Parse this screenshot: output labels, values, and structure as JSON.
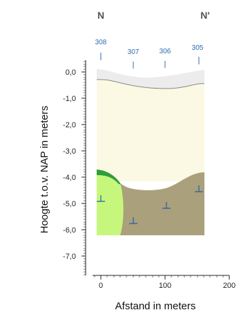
{
  "corner_labels": {
    "left": "N",
    "right": "N'"
  },
  "boreholes": [
    {
      "id": "308",
      "distance": 0
    },
    {
      "id": "307",
      "distance": 50
    },
    {
      "id": "306",
      "distance": 100
    },
    {
      "id": "305",
      "distance": 150
    }
  ],
  "y_axis": {
    "title": "Hoogte t.o.v. NAP in meters",
    "ticks": [
      "0,0",
      "-1,0",
      "-2,0",
      "-3,0",
      "-4,0",
      "-5,0",
      "-6,0",
      "-7,0"
    ],
    "range": [
      -7.5,
      0.5
    ]
  },
  "x_axis": {
    "title": "Afstand in meters",
    "ticks": [
      "0",
      "100",
      "200"
    ],
    "range": [
      -10,
      200
    ]
  },
  "water_level_markers": [
    {
      "distance": 0,
      "level": -4.85
    },
    {
      "distance": 50,
      "level": -5.7
    },
    {
      "distance": 100,
      "level": -5.1
    },
    {
      "distance": 150,
      "level": -4.5
    }
  ],
  "colors": {
    "surface_fill": "#ececec",
    "upper_layer": "#fbf8e4",
    "light_green_unit": "#c6f77c",
    "dark_green_band": "#2e9e3a",
    "clay_unit": "#aaa07b",
    "marker": "#1f5fa8",
    "bore_label": "#2a6bb0"
  }
}
